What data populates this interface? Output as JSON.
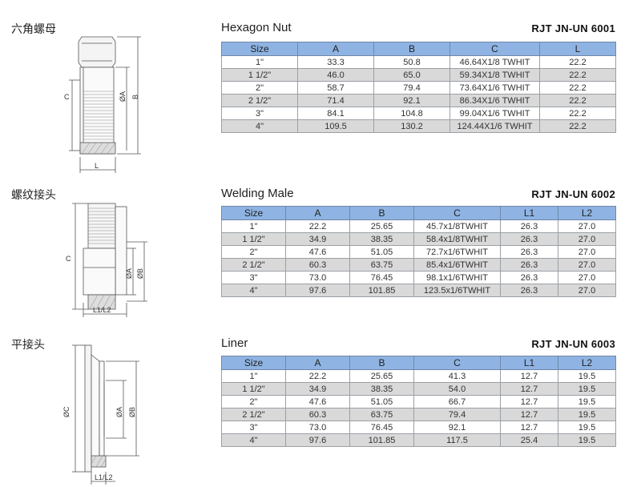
{
  "sections": [
    {
      "cn_title": "六角螺母",
      "en_title": "Hexagon Nut",
      "code": "RJT  JN-UN 6001",
      "drawing_labels": {
        "c": "C",
        "a": "ØA",
        "b": "B",
        "l": "L"
      },
      "columns": [
        "Size",
        "A",
        "B",
        "C",
        "L"
      ],
      "rows": [
        [
          "1\"",
          "33.3",
          "50.8",
          "46.64X1/8  TWHIT",
          "22.2"
        ],
        [
          "1 1/2\"",
          "46.0",
          "65.0",
          "59.34X1/8  TWHIT",
          "22.2"
        ],
        [
          "2\"",
          "58.7",
          "79.4",
          "73.64X1/6  TWHIT",
          "22.2"
        ],
        [
          "2 1/2\"",
          "71.4",
          "92.1",
          "86.34X1/6  TWHIT",
          "22.2"
        ],
        [
          "3\"",
          "84.1",
          "104.8",
          "99.04X1/6  TWHIT",
          "22.2"
        ],
        [
          "4\"",
          "109.5",
          "130.2",
          "124.44X1/6  TWHIT",
          "22.2"
        ]
      ]
    },
    {
      "cn_title": "螺纹接头",
      "en_title": "Welding Male",
      "code": "RJT  JN-UN 6002",
      "drawing_labels": {
        "c": "C",
        "a": "ØA",
        "b": "ØB",
        "l": "L1/L2"
      },
      "columns": [
        "Size",
        "A",
        "B",
        "C",
        "L1",
        "L2"
      ],
      "rows": [
        [
          "1\"",
          "22.2",
          "25.65",
          "45.7x1/8TWHIT",
          "26.3",
          "27.0"
        ],
        [
          "1 1/2\"",
          "34.9",
          "38.35",
          "58.4x1/8TWHIT",
          "26.3",
          "27.0"
        ],
        [
          "2\"",
          "47.6",
          "51.05",
          "72.7x1/6TWHIT",
          "26.3",
          "27.0"
        ],
        [
          "2 1/2\"",
          "60.3",
          "63.75",
          "85.4x1/6TWHIT",
          "26.3",
          "27.0"
        ],
        [
          "3\"",
          "73.0",
          "76.45",
          "98.1x1/6TWHIT",
          "26.3",
          "27.0"
        ],
        [
          "4\"",
          "97.6",
          "101.85",
          "123.5x1/6TWHIT",
          "26.3",
          "27.0"
        ]
      ]
    },
    {
      "cn_title": "平接头",
      "en_title": "Liner",
      "code": "RJT  JN-UN 6003",
      "drawing_labels": {
        "c": "ØC",
        "a": "ØA",
        "b": "ØB",
        "l": "L1/L2"
      },
      "columns": [
        "Size",
        "A",
        "B",
        "C",
        "L1",
        "L2"
      ],
      "rows": [
        [
          "1\"",
          "22.2",
          "25.65",
          "41.3",
          "12.7",
          "19.5"
        ],
        [
          "1 1/2\"",
          "34.9",
          "38.35",
          "54.0",
          "12.7",
          "19.5"
        ],
        [
          "2\"",
          "47.6",
          "51.05",
          "66.7",
          "12.7",
          "19.5"
        ],
        [
          "2 1/2\"",
          "60.3",
          "63.75",
          "79.4",
          "12.7",
          "19.5"
        ],
        [
          "3\"",
          "73.0",
          "76.45",
          "92.1",
          "12.7",
          "19.5"
        ],
        [
          "4\"",
          "97.6",
          "101.85",
          "117.5",
          "25.4",
          "19.5"
        ]
      ]
    }
  ],
  "colors": {
    "header_bg": "#8fb4e3",
    "alt_row_bg": "#d9d9d9"
  }
}
